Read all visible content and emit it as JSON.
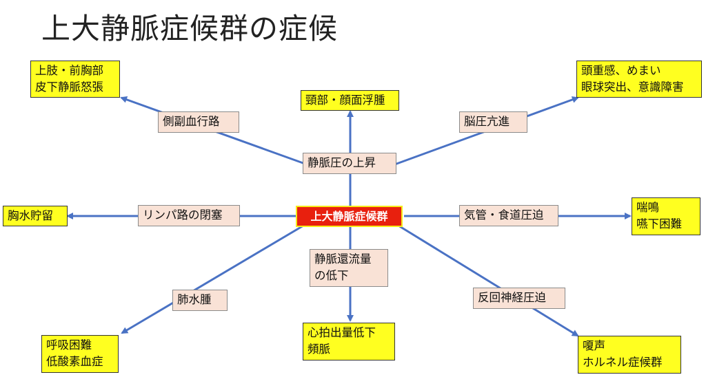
{
  "title": "上大静脈症候群の症候",
  "colors": {
    "arrow": "#4a72c4",
    "center_fill": "#e8200e",
    "symptom_fill": "#ffff20",
    "mechanism_fill": "#f9e2d6"
  },
  "center": {
    "label": "上大静脈症候群"
  },
  "mechanisms": {
    "collateral": "側副血行路",
    "venous_pressure": "静脈圧の上昇",
    "intracranial": "脳圧亢進",
    "lymph": "リンパ路の閉塞",
    "trachea": "気管・食道圧迫",
    "return_flow": [
      "静脈還流量",
      "の低下"
    ],
    "pulm_edema": "肺水腫",
    "recurrent_nerve": "反回神経圧迫"
  },
  "symptoms": {
    "upper_limb": [
      "上肢・前胸部",
      "皮下静脈怒張"
    ],
    "neck_face": "頸部・顔面浮腫",
    "headache": [
      "頭重感、めまい",
      "眼球突出、意識障害"
    ],
    "pleural": "胸水貯留",
    "wheeze": [
      "喘鳴",
      "嚥下困難"
    ],
    "resp": [
      "呼吸困難",
      "低酸素血症"
    ],
    "cardiac": [
      "心拍出量低下",
      "頻脈"
    ],
    "voice": [
      "嗄声",
      "ホルネル症候群"
    ]
  }
}
